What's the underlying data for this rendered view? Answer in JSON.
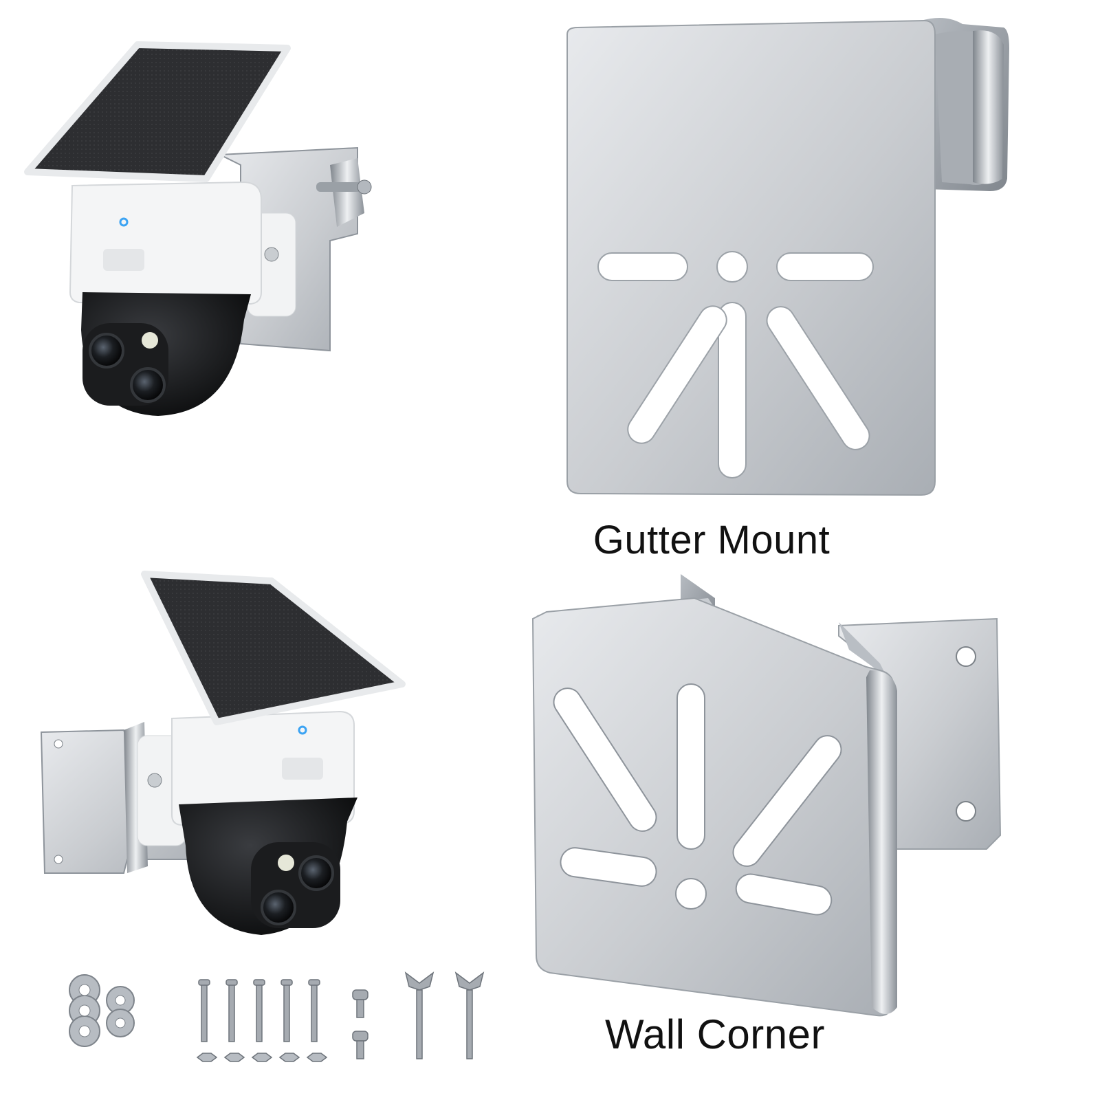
{
  "captions": {
    "gutter": "Gutter Mount",
    "corner": "Wall Corner"
  },
  "colors": {
    "steel_light": "#e3e5e8",
    "steel_mid": "#bfc3c8",
    "steel_dark": "#8e949b",
    "solar_panel": "#2f3033",
    "camera_white": "#f4f5f6",
    "camera_black": "#151618",
    "led_blue": "#3ba3f3"
  },
  "icons": [
    "solar-camera-gutter",
    "gutter-mount-bracket",
    "solar-camera-corner",
    "wall-corner-bracket",
    "hardware-kit"
  ]
}
